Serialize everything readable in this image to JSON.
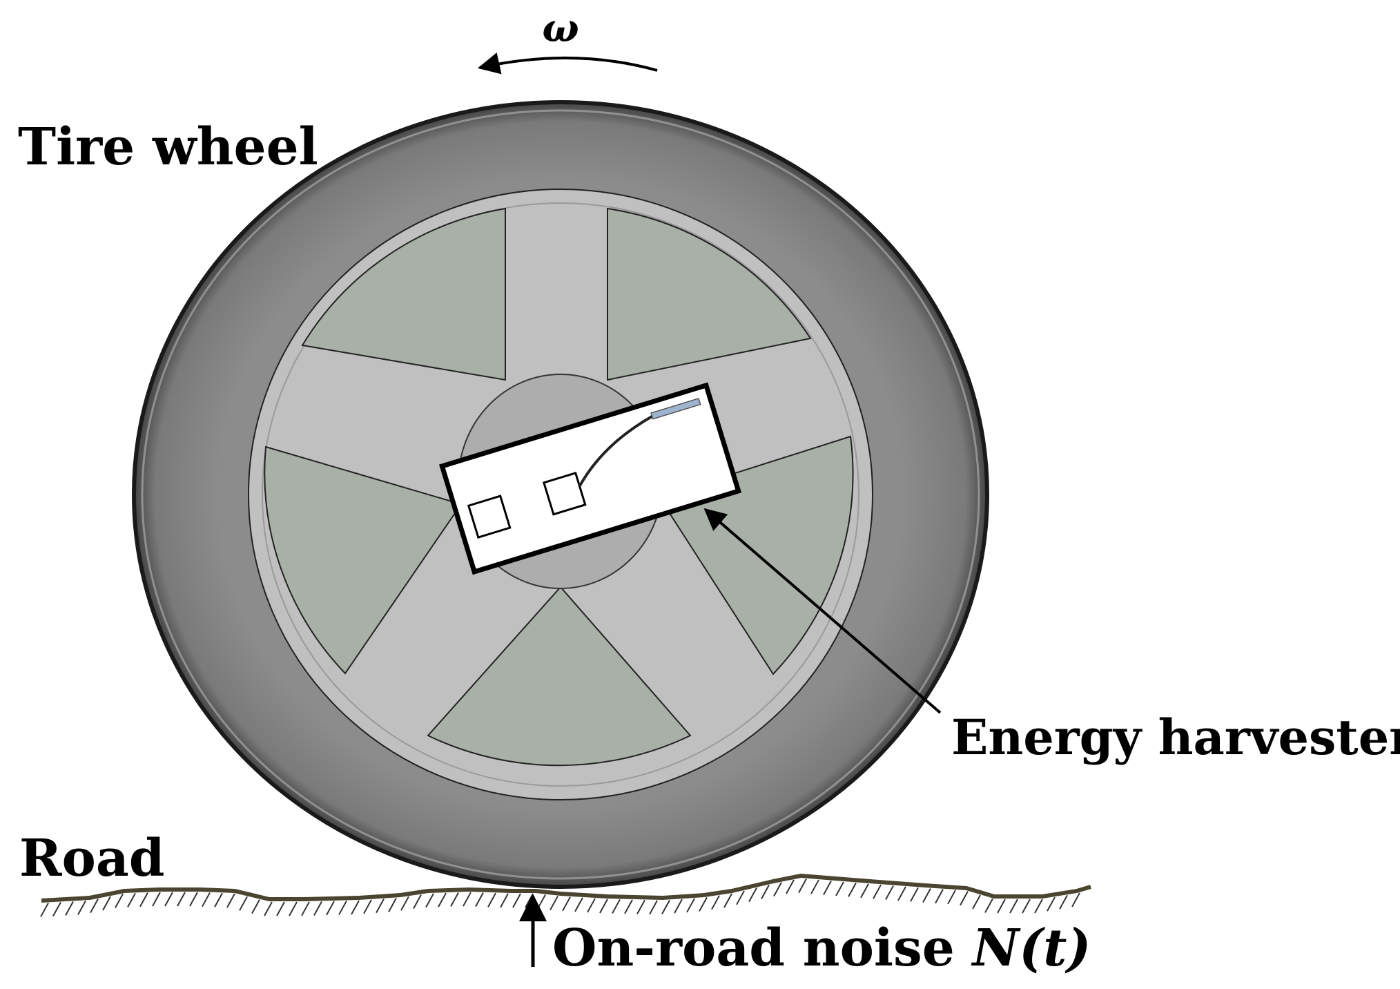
{
  "labels": {
    "omega": "ω",
    "tire_wheel": "Tire wheel",
    "energy_harvester": "Energy harvester",
    "road": "Road",
    "noise_prefix": "On-road noise ",
    "noise_symbol": "N(t)"
  },
  "colors": {
    "tire": "#8a8a8a",
    "tire_rim_edge": "#1a1a1a",
    "hub": "#c0c0c0",
    "window": "#a9b0a7",
    "center_disc": "#adadad",
    "harvester_body": "#ffffff",
    "road_line": "#4a4430"
  }
}
